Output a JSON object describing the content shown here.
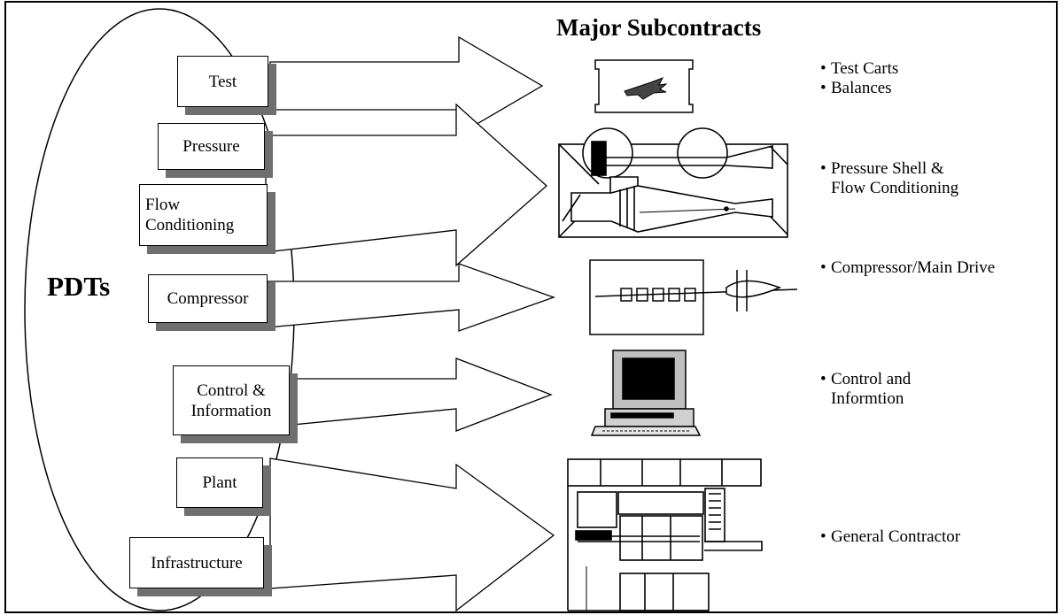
{
  "title": "Major Subcontracts",
  "group_label": "PDTs",
  "pdts": [
    {
      "label": "Test"
    },
    {
      "label": "Pressure"
    },
    {
      "label": "Flow\nConditioning"
    },
    {
      "label": "Compressor"
    },
    {
      "label": "Control &\nInformation"
    },
    {
      "label": "Plant"
    },
    {
      "label": "Infrastructure"
    }
  ],
  "subcontracts": [
    {
      "lines": [
        "Test Carts",
        "Balances"
      ]
    },
    {
      "lines": [
        "Pressure Shell &",
        "Flow Conditioning"
      ]
    },
    {
      "lines": [
        "Compressor/Main Drive"
      ]
    },
    {
      "lines": [
        "Control and",
        "Informtion"
      ]
    },
    {
      "lines": [
        "General Contractor"
      ]
    }
  ],
  "icons": [
    "aircraft-test-cart-icon",
    "wind-tunnel-circuit-icon",
    "compressor-drive-icon",
    "computer-workstation-icon",
    "building-floorplan-icon"
  ]
}
